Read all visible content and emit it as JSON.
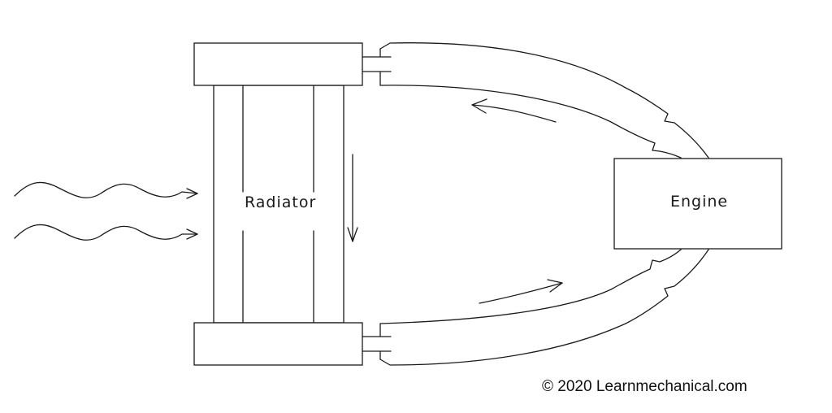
{
  "labels": {
    "radiator": "Radiator",
    "engine": "Engine"
  },
  "copyright": {
    "symbol": "©",
    "text": "2020 Learnmechanical.com"
  },
  "colors": {
    "line": "#1a1a1a",
    "background": "#ffffff"
  }
}
